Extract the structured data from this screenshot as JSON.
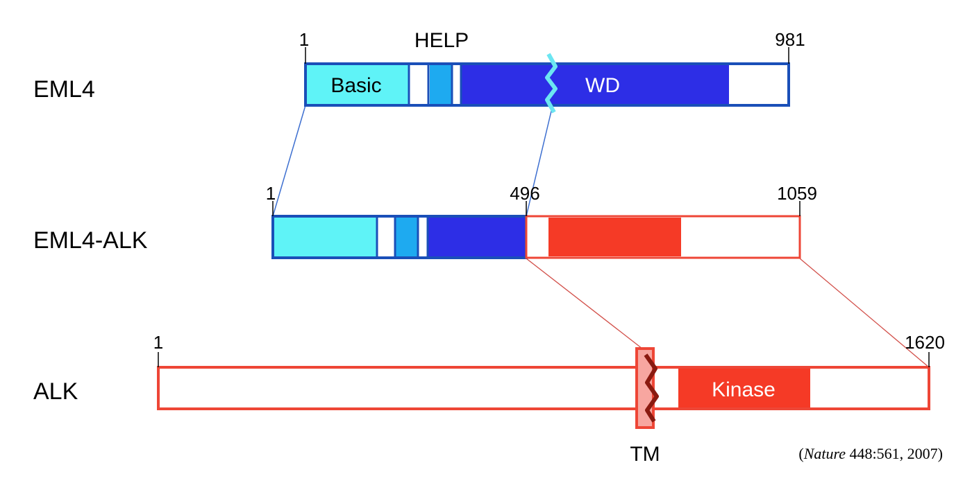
{
  "colors": {
    "eml4_border": "#1a4fb8",
    "basic": "#5ff3f7",
    "help": "#1eaaf0",
    "wd": "#2d2ee6",
    "break_cyan": "#6ce6f2",
    "alk_border": "#ee4636",
    "kinase": "#f53a26",
    "tm_fill": "#f7a6a0",
    "tm_break": "#8a1a10",
    "white": "#ffffff"
  },
  "rows": {
    "eml4": {
      "name": "EML4",
      "start": "1",
      "end": "981",
      "help_label": "HELP",
      "basic_label": "Basic",
      "wd_label": "WD"
    },
    "fusion": {
      "name": "EML4-ALK",
      "start": "1",
      "junction": "496",
      "end": "1059"
    },
    "alk": {
      "name": "ALK",
      "start": "1",
      "end": "1620",
      "kinase_label": "Kinase",
      "tm_label": "TM"
    }
  },
  "citation": {
    "open": "(",
    "journal": "Nature",
    "rest": " 448:561, 2007)"
  }
}
